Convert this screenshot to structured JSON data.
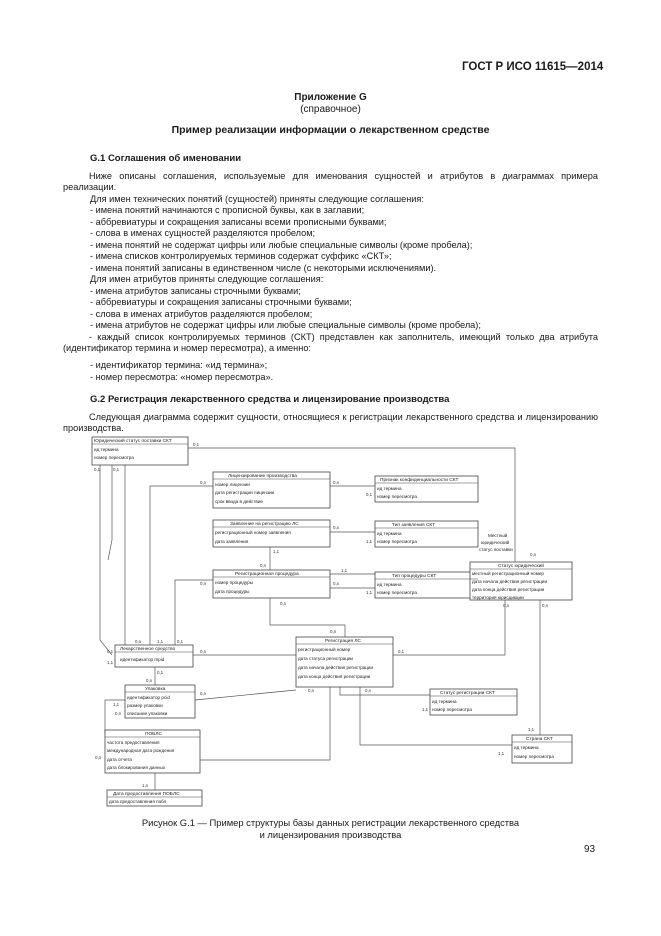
{
  "header": {
    "standard": "ГОСТ Р ИСО 11615—2014"
  },
  "appendix": {
    "title": "Приложение G",
    "subtitle": "(справочное)"
  },
  "doc_title": "Пример реализации информации о лекарственном средстве",
  "section1": {
    "heading": "G.1 Соглашения об именовании",
    "intro": "Ниже описаны соглашения, используемые для именования сущностей и атрибутов в диаграммах примера реализации.",
    "lines": [
      "Для имен технических понятий (сущностей) приняты следующие соглашения:",
      "- имена понятий начинаются с прописной буквы, как в заглавии;",
      "- аббревиатуры и сокращения записаны всеми прописными буквами;",
      "- слова в именах сущностей разделяются пробелом;",
      "- имена понятий не содержат цифры или любые специальные символы (кроме пробела);",
      "- имена списков контролируемых терминов содержат суффикс «СКТ»;",
      "- имена понятий записаны в единственном числе (с некоторыми исключениями).",
      "Для имен атрибутов приняты следующие соглашения:",
      "- имена атрибутов записаны строчными буквами;",
      "- аббревиатуры и сокращения записаны строчными буквами;",
      "- слова в именах атрибутов разделяются пробелом;",
      "- имена атрибутов не содержат цифры или любые специальные символы (кроме пробела);"
    ],
    "skt_para": "- каждый список контролируемых терминов (СКТ) представлен как заполнитель, имеющий только два атрибута (идентификатор термина и номер пересмотра), а именно:",
    "tail_lines": [
      "- идентификатор термина: «ид термина»;",
      "- номер пересмотра: «номер пересмотра»."
    ]
  },
  "section2": {
    "heading": "G.2 Регистрация лекарственного средства и лицензирование производства",
    "intro": "Следующая диаграмма содержит сущности, относящиеся к регистрации лекарственного средства и лицензированию производства."
  },
  "diagram": {
    "entities": {
      "jur_status": {
        "title": "Юридический статус поставки СКТ",
        "attrs": [
          "ид термина",
          "номер пересмотра"
        ]
      },
      "licensing": {
        "title": "Лицензирование производства",
        "attrs": [
          "номер лицензии",
          "дата регистрации лицензии",
          "срок ввода в действие"
        ]
      },
      "conf_sign": {
        "title": "Признак конфиденциальности СКТ",
        "attrs": [
          "ид термина",
          "номер пересмотра"
        ]
      },
      "application": {
        "title": "Заявление на регистрацию ЛС",
        "attrs": [
          "регистрационный номер заявления",
          "дата заявления"
        ]
      },
      "app_type": {
        "title": "Тип заявления СКТ",
        "attrs": [
          "ид термина",
          "номер пересмотра"
        ]
      },
      "reg_procedure": {
        "title": "Регистрационная процедура",
        "attrs": [
          "номер процедуры",
          "дата процедуры"
        ]
      },
      "proc_type": {
        "title": "Тип процедуры СКТ",
        "attrs": [
          "ид термина",
          "номер пересмотра"
        ]
      },
      "jur_status_local": {
        "title": "Статус юридический",
        "attrs": [
          "местный регистрационный номер",
          "дата начала действия регистрации",
          "дата конца действия регистрации",
          "территория юрисдикции"
        ]
      },
      "drug": {
        "title": "Лекарственное средство",
        "attrs": [
          "идентификатор mpid"
        ]
      },
      "registration": {
        "title": "Регистрация ЛС",
        "attrs": [
          "регистрационный номер",
          "дата статуса регистрации",
          "дата начала действия регистрации",
          "дата конца действия регистрации"
        ]
      },
      "package": {
        "title": "Упаковка",
        "attrs": [
          "идентификатор pcid",
          "размер упаковки",
          "описание упаковки"
        ]
      },
      "reg_status": {
        "title": "Статус регистрации СКТ",
        "attrs": [
          "ид термина",
          "номер пересмотра"
        ]
      },
      "pils": {
        "title": "ПОБЛС",
        "attrs": [
          "частота предоставления",
          "международная дата рождения",
          "дата отчета",
          "дата блокирования данных"
        ]
      },
      "country": {
        "title": "Страна СКТ",
        "attrs": [
          "ид термина",
          "номер пересмотра"
        ]
      },
      "pils_date": {
        "title": "Дата предоставления ПОБЛС",
        "attrs": [
          "дата предоставления побл"
        ]
      }
    },
    "cardinalities": [
      "0,1",
      "0,1",
      "0,1",
      "0,n",
      "0,n",
      "0,1",
      "0,n",
      "1,1",
      "0,n",
      "1,1",
      "0,n",
      "1,1",
      "0,n",
      "0,n",
      "1,1",
      "0,n",
      "0,n",
      "0,n",
      "0,n",
      "1,1",
      "0,1",
      "0,1",
      "1,1",
      "0,n",
      "0,n",
      "0,1",
      "0,1",
      "0,n",
      "0,n",
      "1,1",
      "0,n",
      "0,n",
      "1,1",
      "0,n",
      "0,n",
      "1,1",
      "1,1",
      "1,n"
    ],
    "free_label": "Местный юридический статус поставки"
  },
  "caption": {
    "line1": "Рисунок G.1 — Пример структуры базы данных регистрации лекарственного средства",
    "line2": "и лицензирования производства"
  },
  "page_number": "93"
}
